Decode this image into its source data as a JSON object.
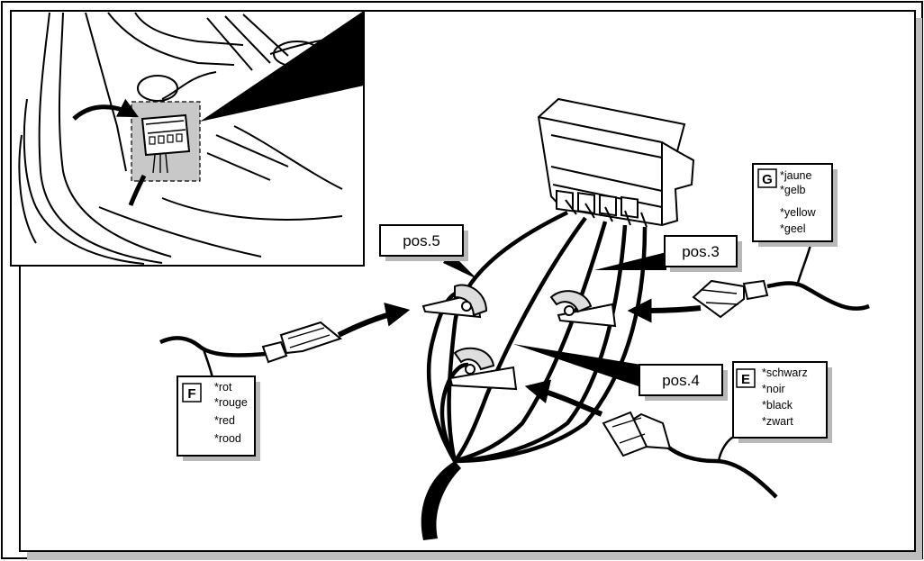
{
  "callouts": {
    "pos5": "pos.5",
    "pos3": "pos.3",
    "pos4": "pos.4"
  },
  "wires": {
    "G": {
      "letter": "G",
      "colors": [
        "*jaune",
        "*gelb",
        "*yellow",
        "*geel"
      ]
    },
    "F": {
      "letter": "F",
      "colors": [
        "*rot",
        "*rouge",
        "*red",
        "*rood"
      ]
    },
    "E": {
      "letter": "E",
      "colors": [
        "*schwarz",
        "*noir",
        "*black",
        "*zwart"
      ]
    }
  },
  "icons": {
    "connector": "multi-pin-connector-icon",
    "splice": "wire-tap-connector-icon",
    "plug": "spade-plug-icon",
    "arrow": "insert-arrow-icon"
  }
}
